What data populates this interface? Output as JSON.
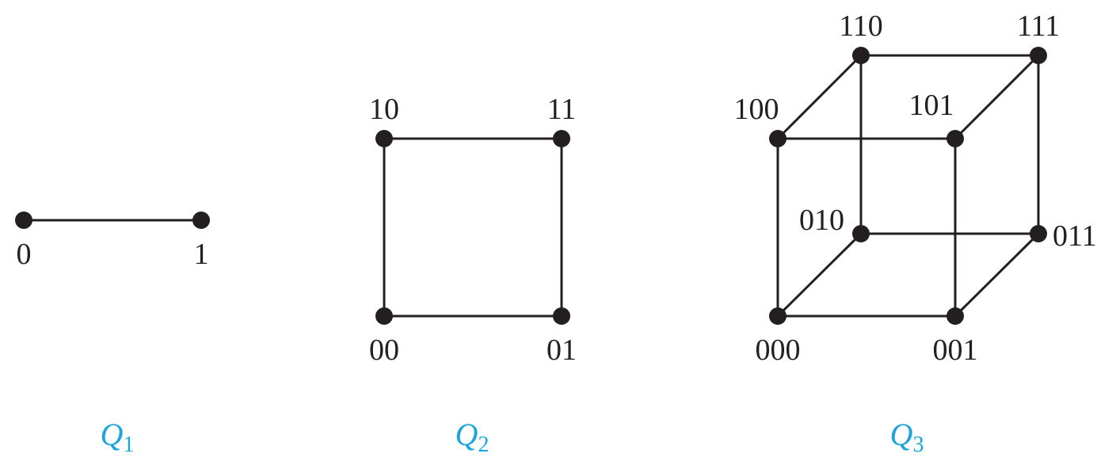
{
  "accent_color": "#1aa5df",
  "line_color": "#231f20",
  "graphs": [
    {
      "id": "q1",
      "label": {
        "letter": "Q",
        "subscript": "1"
      },
      "vertices": [
        {
          "id": "0",
          "label": "0"
        },
        {
          "id": "1",
          "label": "1"
        }
      ],
      "edges": [
        [
          "0",
          "1"
        ]
      ]
    },
    {
      "id": "q2",
      "label": {
        "letter": "Q",
        "subscript": "2"
      },
      "vertices": [
        {
          "id": "10",
          "label": "10"
        },
        {
          "id": "11",
          "label": "11"
        },
        {
          "id": "00",
          "label": "00"
        },
        {
          "id": "01",
          "label": "01"
        }
      ],
      "edges": [
        [
          "10",
          "11"
        ],
        [
          "10",
          "00"
        ],
        [
          "11",
          "01"
        ],
        [
          "00",
          "01"
        ]
      ]
    },
    {
      "id": "q3",
      "label": {
        "letter": "Q",
        "subscript": "3"
      },
      "vertices": [
        {
          "id": "110",
          "label": "110"
        },
        {
          "id": "111",
          "label": "111"
        },
        {
          "id": "100",
          "label": "100"
        },
        {
          "id": "101",
          "label": "101"
        },
        {
          "id": "010",
          "label": "010"
        },
        {
          "id": "011",
          "label": "011"
        },
        {
          "id": "000",
          "label": "000"
        },
        {
          "id": "001",
          "label": "001"
        }
      ],
      "edges": [
        [
          "110",
          "111"
        ],
        [
          "100",
          "101"
        ],
        [
          "010",
          "011"
        ],
        [
          "000",
          "001"
        ],
        [
          "100",
          "110"
        ],
        [
          "101",
          "111"
        ],
        [
          "000",
          "010"
        ],
        [
          "001",
          "011"
        ],
        [
          "100",
          "000"
        ],
        [
          "101",
          "001"
        ],
        [
          "110",
          "010"
        ],
        [
          "111",
          "011"
        ]
      ]
    }
  ]
}
